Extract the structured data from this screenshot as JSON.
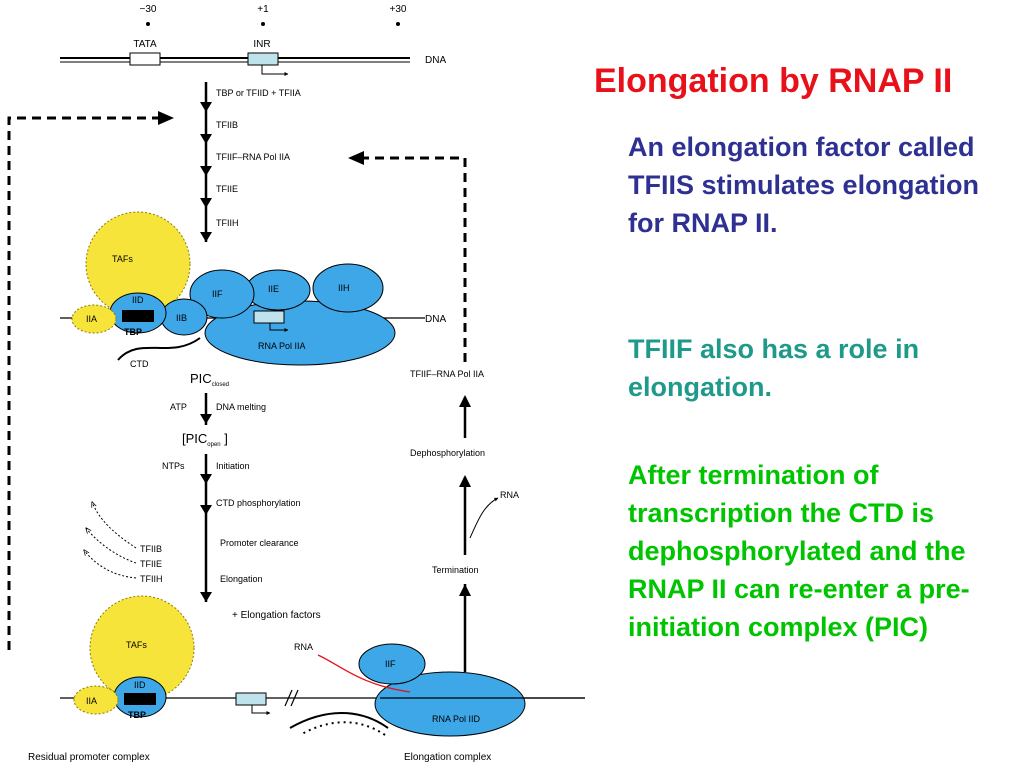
{
  "slide": {
    "title": "Elongation by RNAP II",
    "paragraphs": [
      "An elongation factor called TFIIS stimulates elongation for RNAP II.",
      "TFIIF also has a role in elongation.",
      "After termination of transcription the CTD is dephosphorylated and the RNAP II can re-enter a pre-initiation complex (PIC)"
    ],
    "colors": {
      "title": "#e8111a",
      "paragraph_1": "#2e3192",
      "paragraph_2": "#1f9a8a",
      "paragraph_3": "#00c400",
      "taf_circle": "#f7e43a",
      "factor_ellipse": "#3ea7e8"
    }
  },
  "diagram": {
    "positions": [
      "−30",
      "+1",
      "+30"
    ],
    "tata": "TATA",
    "inr": "INR",
    "dna": "DNA",
    "steps": {
      "tbp": "TBP or TFIID + TFIIA",
      "tfiib": "TFIIB",
      "tfiif": "TFIIF–RNA Pol IIA",
      "tfiie": "TFIIE",
      "tfiih": "TFIIH"
    },
    "pic_top": {
      "tafs": "TAFs",
      "iid": "IID",
      "iia": "IIA",
      "tbp": "TBP",
      "iib": "IIB",
      "iif": "IIF",
      "iie": "IIE",
      "iih": "IIH",
      "pol": "RNA Pol IIA",
      "ctd": "CTD",
      "dna": "DNA"
    },
    "pic_closed": "PIC",
    "pic_closed_sub": "closed",
    "atp": "ATP",
    "dna_melting": "DNA melting",
    "pic_open": "PIC",
    "pic_open_sub": "open",
    "ntps": "NTPs",
    "initiation": "Initiation",
    "ctd_phos": "CTD phosphorylation",
    "promoter_clearance": "Promoter clearance",
    "elongation": "Elongation",
    "released": [
      "TFIIB",
      "TFIIE",
      "TFIIH"
    ],
    "elong_factors": "+ Elongation factors",
    "return_complex": "TFIIF–RNA Pol IIA",
    "dephos": "Dephosphorylation",
    "rna_right": "RNA",
    "termination": "Termination",
    "bottom": {
      "tafs": "TAFs",
      "iid": "IID",
      "iia": "IIA",
      "tbp": "TBP",
      "rna": "RNA",
      "iif": "IIF",
      "pol": "RNA Pol IID",
      "residual": "Residual promoter complex",
      "elongation_complex": "Elongation complex"
    }
  }
}
